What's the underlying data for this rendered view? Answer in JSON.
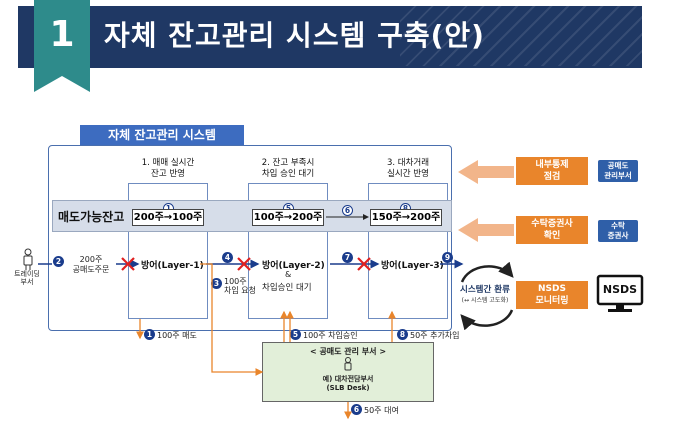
{
  "header": {
    "number": "1",
    "title": "자체 잔고관리 시스템 구축(안)"
  },
  "system": {
    "tab_label": "자체 잔고관리 시스템",
    "columns": [
      {
        "line1": "1. 매매 실시간",
        "line2": "잔고 반영"
      },
      {
        "line1": "2. 잔고 부족시",
        "line2": "차입 승인 대기"
      },
      {
        "line1": "3. 대차거래",
        "line2": "실시간 반영"
      }
    ],
    "band_label": "매도가능잔고",
    "balances": [
      {
        "step": "1",
        "text": "200주→100주"
      },
      {
        "step": "5",
        "text": "100주→200주"
      },
      {
        "step": "8",
        "text": "150주→200주"
      }
    ],
    "band_step": "6",
    "defenses": [
      {
        "text": "방어(Layer-1)"
      },
      {
        "text": "방어(Layer-2)"
      },
      {
        "text": "방어(Layer-3)"
      }
    ],
    "layer2_extra": [
      "&",
      "차입승인 대기"
    ]
  },
  "left": {
    "person_label_1": "트레이딩",
    "person_label_2": "부서",
    "step2": "2",
    "order_line1": "200주",
    "order_line2": "공매도주문"
  },
  "flow_steps": {
    "s4": "4",
    "s7": "7",
    "s9": "9",
    "s3": "3",
    "s3_line1": "100주",
    "s3_line2": "차입 요청"
  },
  "bottom_notes": [
    {
      "step": "1",
      "text": "100주 매도"
    },
    {
      "step": "5",
      "text": "100주 차입승인"
    },
    {
      "step": "8",
      "text": "50주 추가차입"
    },
    {
      "step": "6",
      "text": "50주 대여"
    }
  ],
  "lending_dept": {
    "title": "< 공매도 관리 부서 >",
    "line1": "예) 대차전담부서",
    "line2": "(SLB Desk)"
  },
  "right": {
    "internal_control": {
      "line1": "내부통제",
      "line2": "점검"
    },
    "internal_tag": {
      "line1": "공매도",
      "line2": "관리부서"
    },
    "custody": {
      "line1": "수탁증권사",
      "line2": "확인"
    },
    "custody_tag": {
      "line1": "수탁",
      "line2": "증권사"
    },
    "sync": {
      "line1": "시스템간 환류",
      "line2": "(↔ 시스템 고도화)"
    },
    "nsds_box": {
      "line1": "NSDS",
      "line2": "모니터링"
    },
    "nsds_label": "NSDS"
  },
  "colors": {
    "navy": "#1f3864",
    "teal": "#2e8b8b",
    "orange": "#e9852b",
    "blue": "#2f5fa8",
    "green_bg": "#e2efd9"
  }
}
